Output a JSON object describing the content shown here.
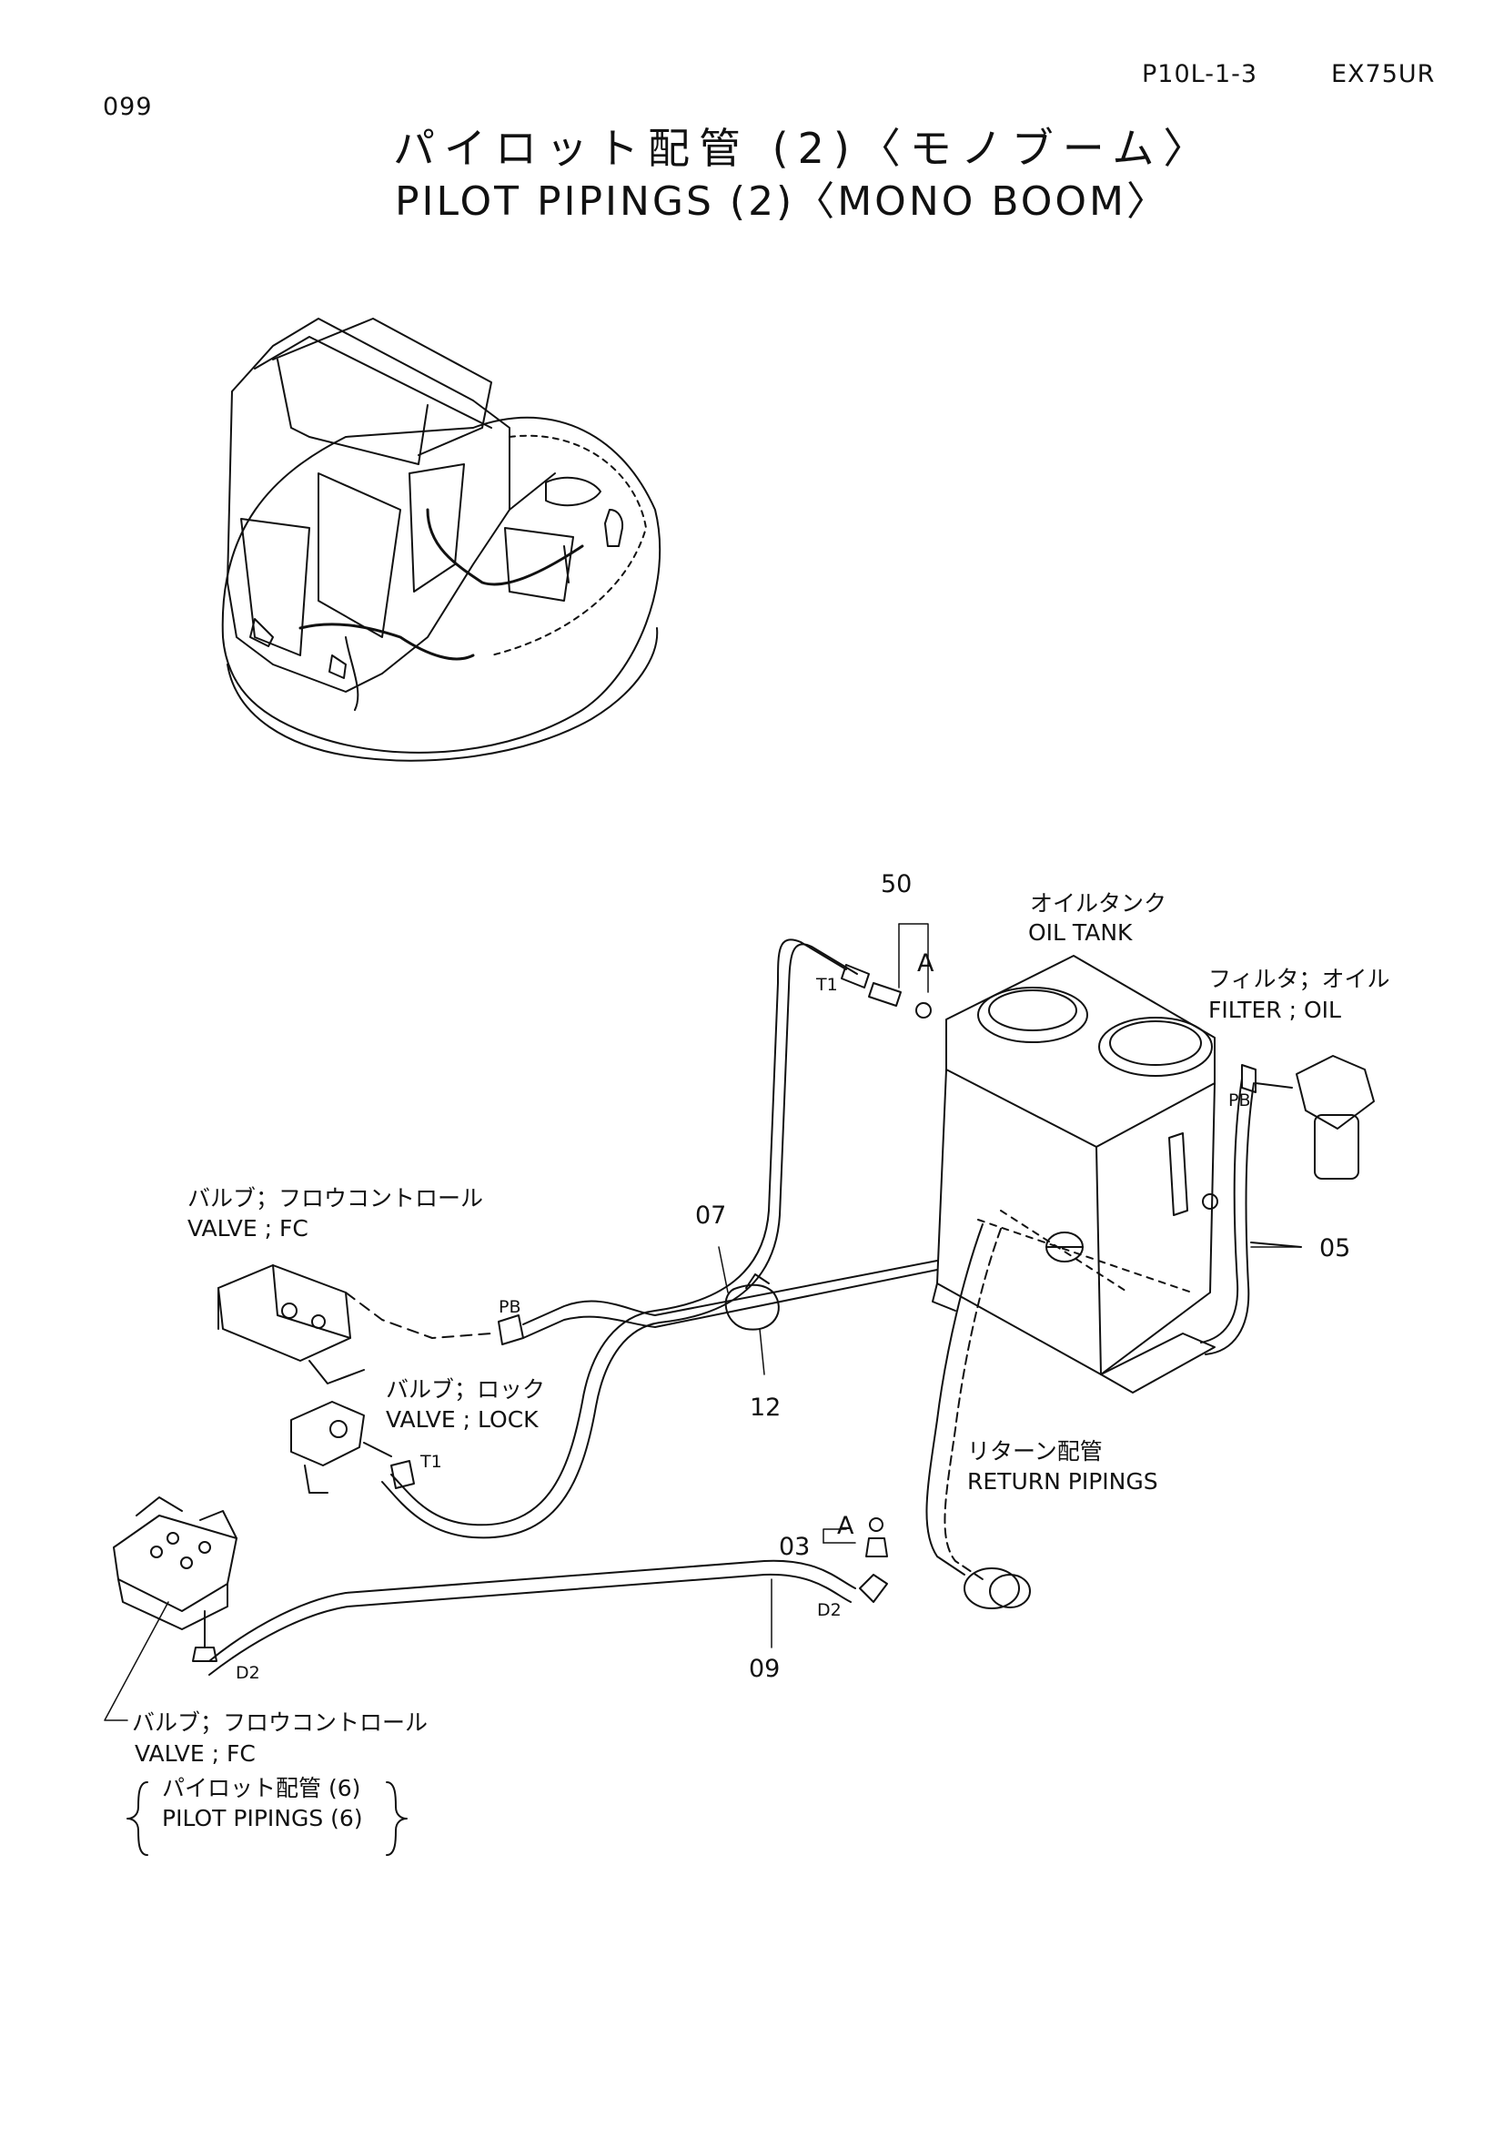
{
  "header": {
    "page_code": "P10L-1-3",
    "model": "EX75UR",
    "page_number": "099"
  },
  "title": {
    "jp": "パイロット配管 (2)〈モノブーム〉",
    "en": "PILOT PIPINGS (2)〈MONO BOOM〉"
  },
  "parts": {
    "oil_tank": {
      "jp": "オイルタンク",
      "en": "OIL TANK"
    },
    "filter_oil": {
      "jp": "フィルタ；オイル",
      "en": "FILTER ; OIL"
    },
    "valve_fc": {
      "jp": "バルブ；フロウコントロール",
      "en": "VALVE ; FC"
    },
    "valve_lock": {
      "jp": "バルブ；ロック",
      "en": "VALVE ; LOCK"
    },
    "return_pipings": {
      "jp": "リターン配管",
      "en": "RETURN PIPINGS"
    },
    "valve_fc_2": {
      "jp": "バルブ；フロウコントロール",
      "en": "VALVE ; FC"
    },
    "ref_pilot_pipings": {
      "jp": "パイロット配管 (6)",
      "en": "PILOT PIPINGS (6)"
    }
  },
  "callouts": [
    "50",
    "07",
    "12",
    "05",
    "03",
    "09"
  ],
  "port_labels": {
    "t1_top": "T1",
    "t1_lock": "T1",
    "pb_fc": "PB",
    "pb_filter": "PB",
    "d2_left": "D2",
    "d2_right": "D2",
    "a_top": "A",
    "a_bottom": "A"
  }
}
